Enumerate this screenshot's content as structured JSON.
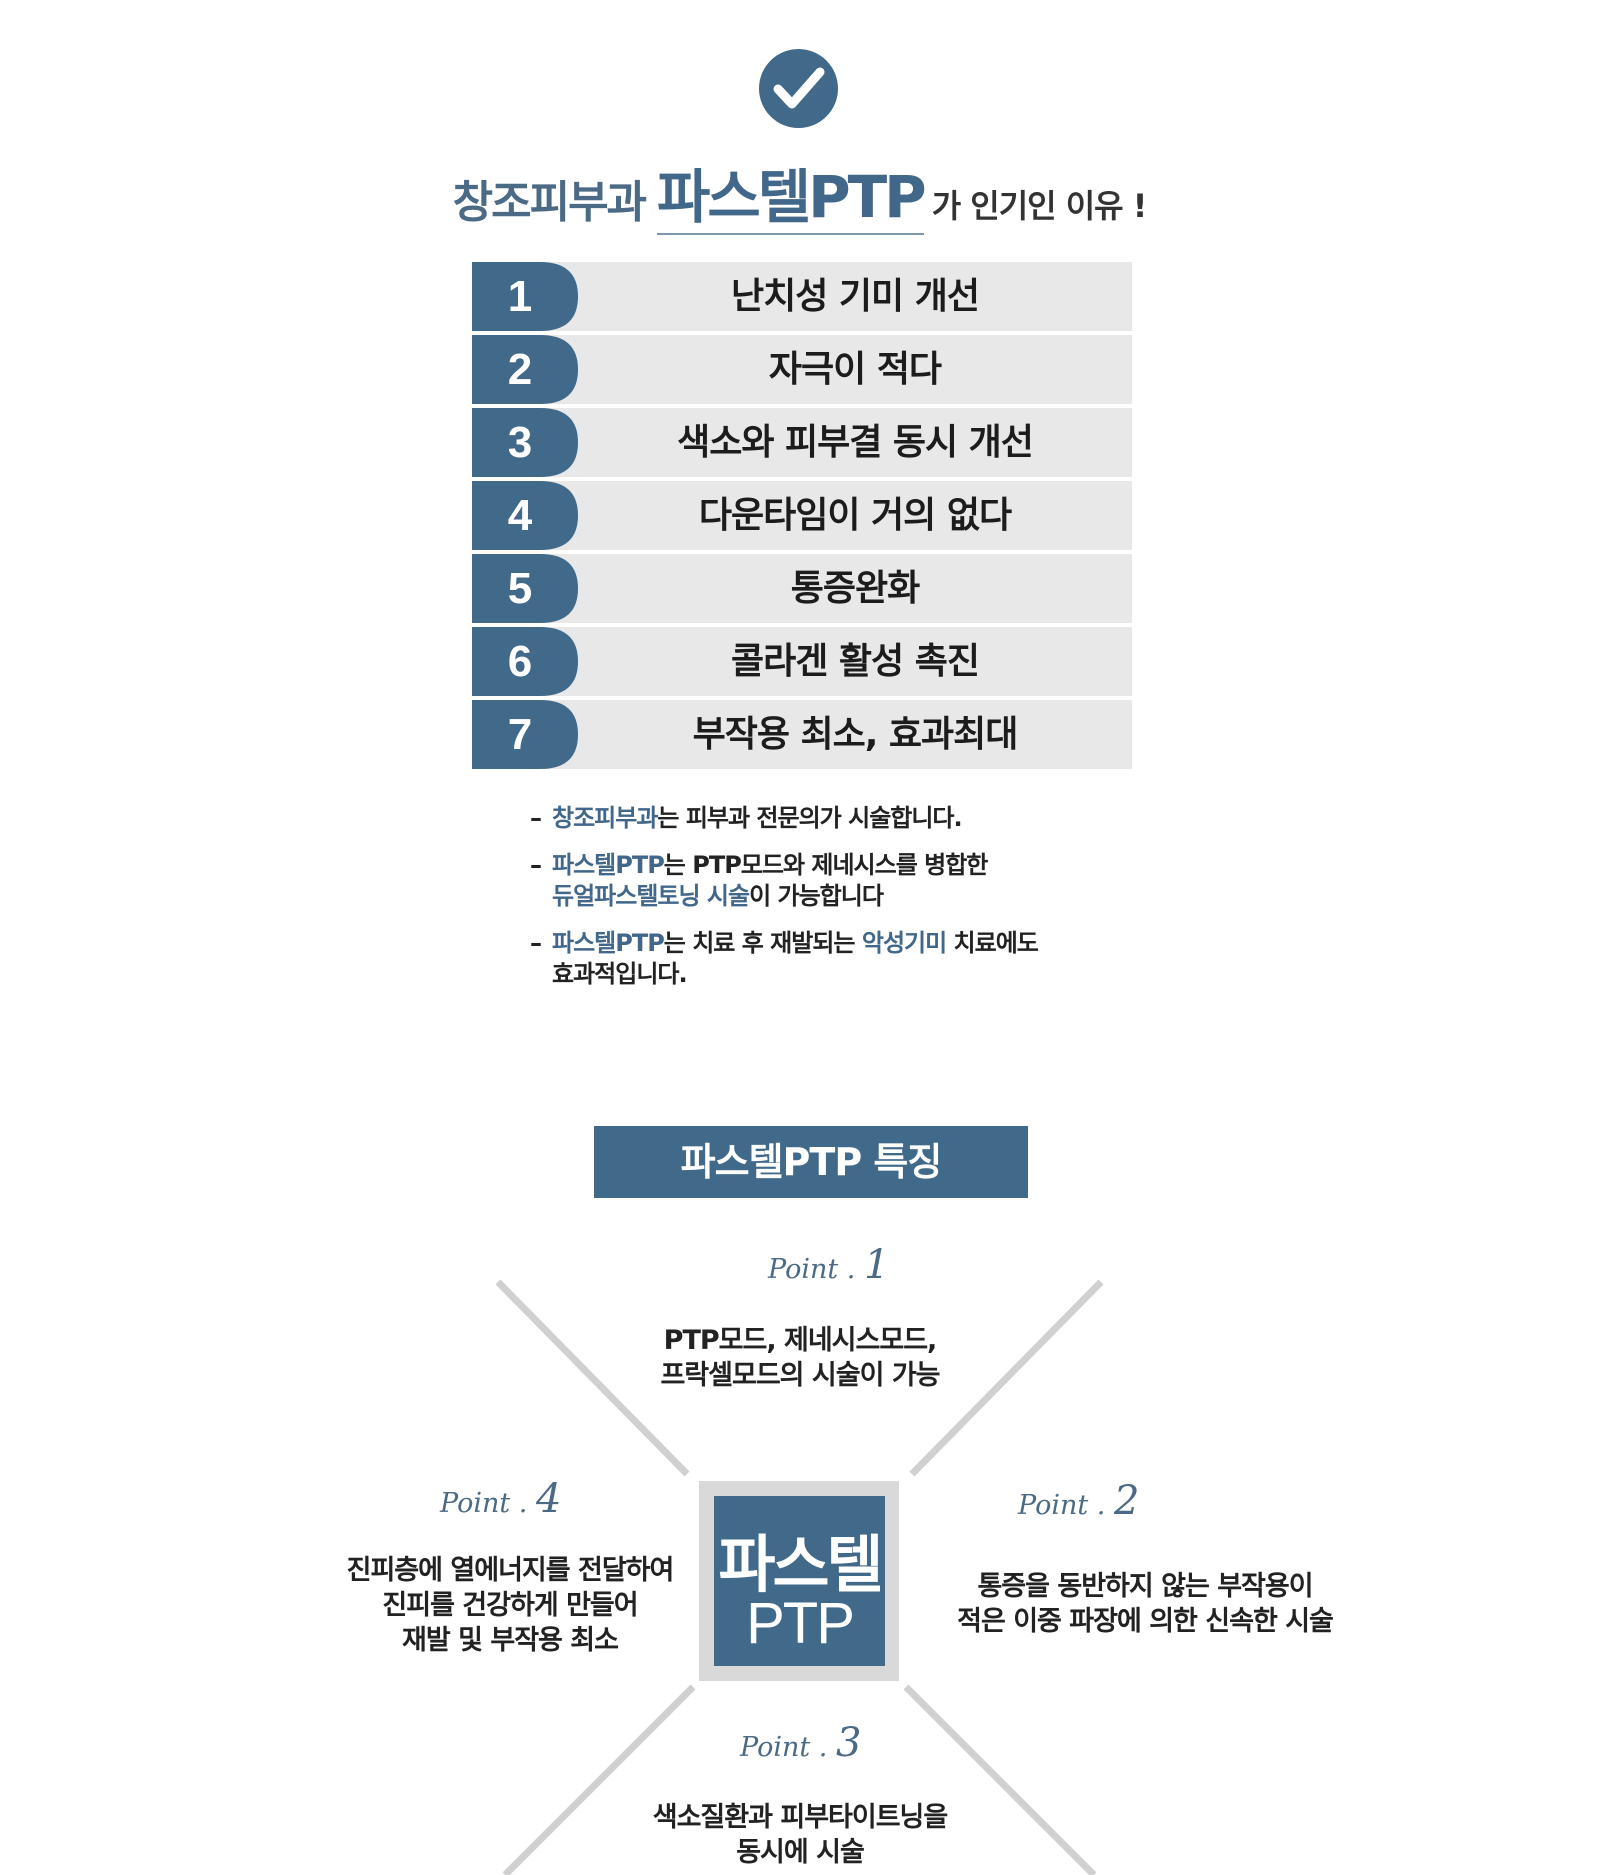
{
  "header": {
    "icon": "check-circle-icon",
    "brand": "창조피부과",
    "product": "파스텔PTP",
    "rest": "가 인기인 이유 !"
  },
  "colors": {
    "accent": "#40698a",
    "row_bg": "#e8e8e8",
    "line": "#d0d0d0"
  },
  "reasons": [
    {
      "num": "1",
      "text": "난치성 기미 개선"
    },
    {
      "num": "2",
      "text": "자극이 적다"
    },
    {
      "num": "3",
      "text": "색소와 피부결 동시 개선"
    },
    {
      "num": "4",
      "text": "다운타임이 거의 없다"
    },
    {
      "num": "5",
      "text": "통증완화"
    },
    {
      "num": "6",
      "text": "콜라겐 활성 촉진"
    },
    {
      "num": "7",
      "text": "부작용 최소, 효과최대"
    }
  ],
  "notes": {
    "dash": "–",
    "n1": {
      "hl1": "창조피부과",
      "t1": "는 피부과 전문의가 시술합니다."
    },
    "n2": {
      "hl1": "파스텔PTP",
      "t1": "는 PTP모드와 제네시스를 병합한",
      "hl2": "듀얼파스텔토닝 시술",
      "t2": "이 가능합니다"
    },
    "n3": {
      "hl1": "파스텔PTP",
      "t1": "는 치료 후 재발되는 ",
      "hl2": "악성기미",
      "t2": " 치료에도",
      "t3": "효과적입니다."
    }
  },
  "features": {
    "title": "파스텔PTP 특징",
    "center_l1": "파스텔",
    "center_l2": "PTP",
    "point_word": "Point .",
    "points": [
      {
        "num": "1",
        "line1": "PTP모드, 제네시스모드,",
        "line2": "프락셀모드의 시술이 가능"
      },
      {
        "num": "2",
        "line1": "통증을 동반하지 않는 부작용이",
        "line2": "적은 이중 파장에 의한 신속한 시술"
      },
      {
        "num": "3",
        "line1": "색소질환과 피부타이트닝을",
        "line2": "동시에 시술"
      },
      {
        "num": "4",
        "line1": "진피층에 열에너지를 전달하여",
        "line2": "진피를 건강하게 만들어",
        "line3": "재발 및 부작용 최소"
      }
    ]
  }
}
